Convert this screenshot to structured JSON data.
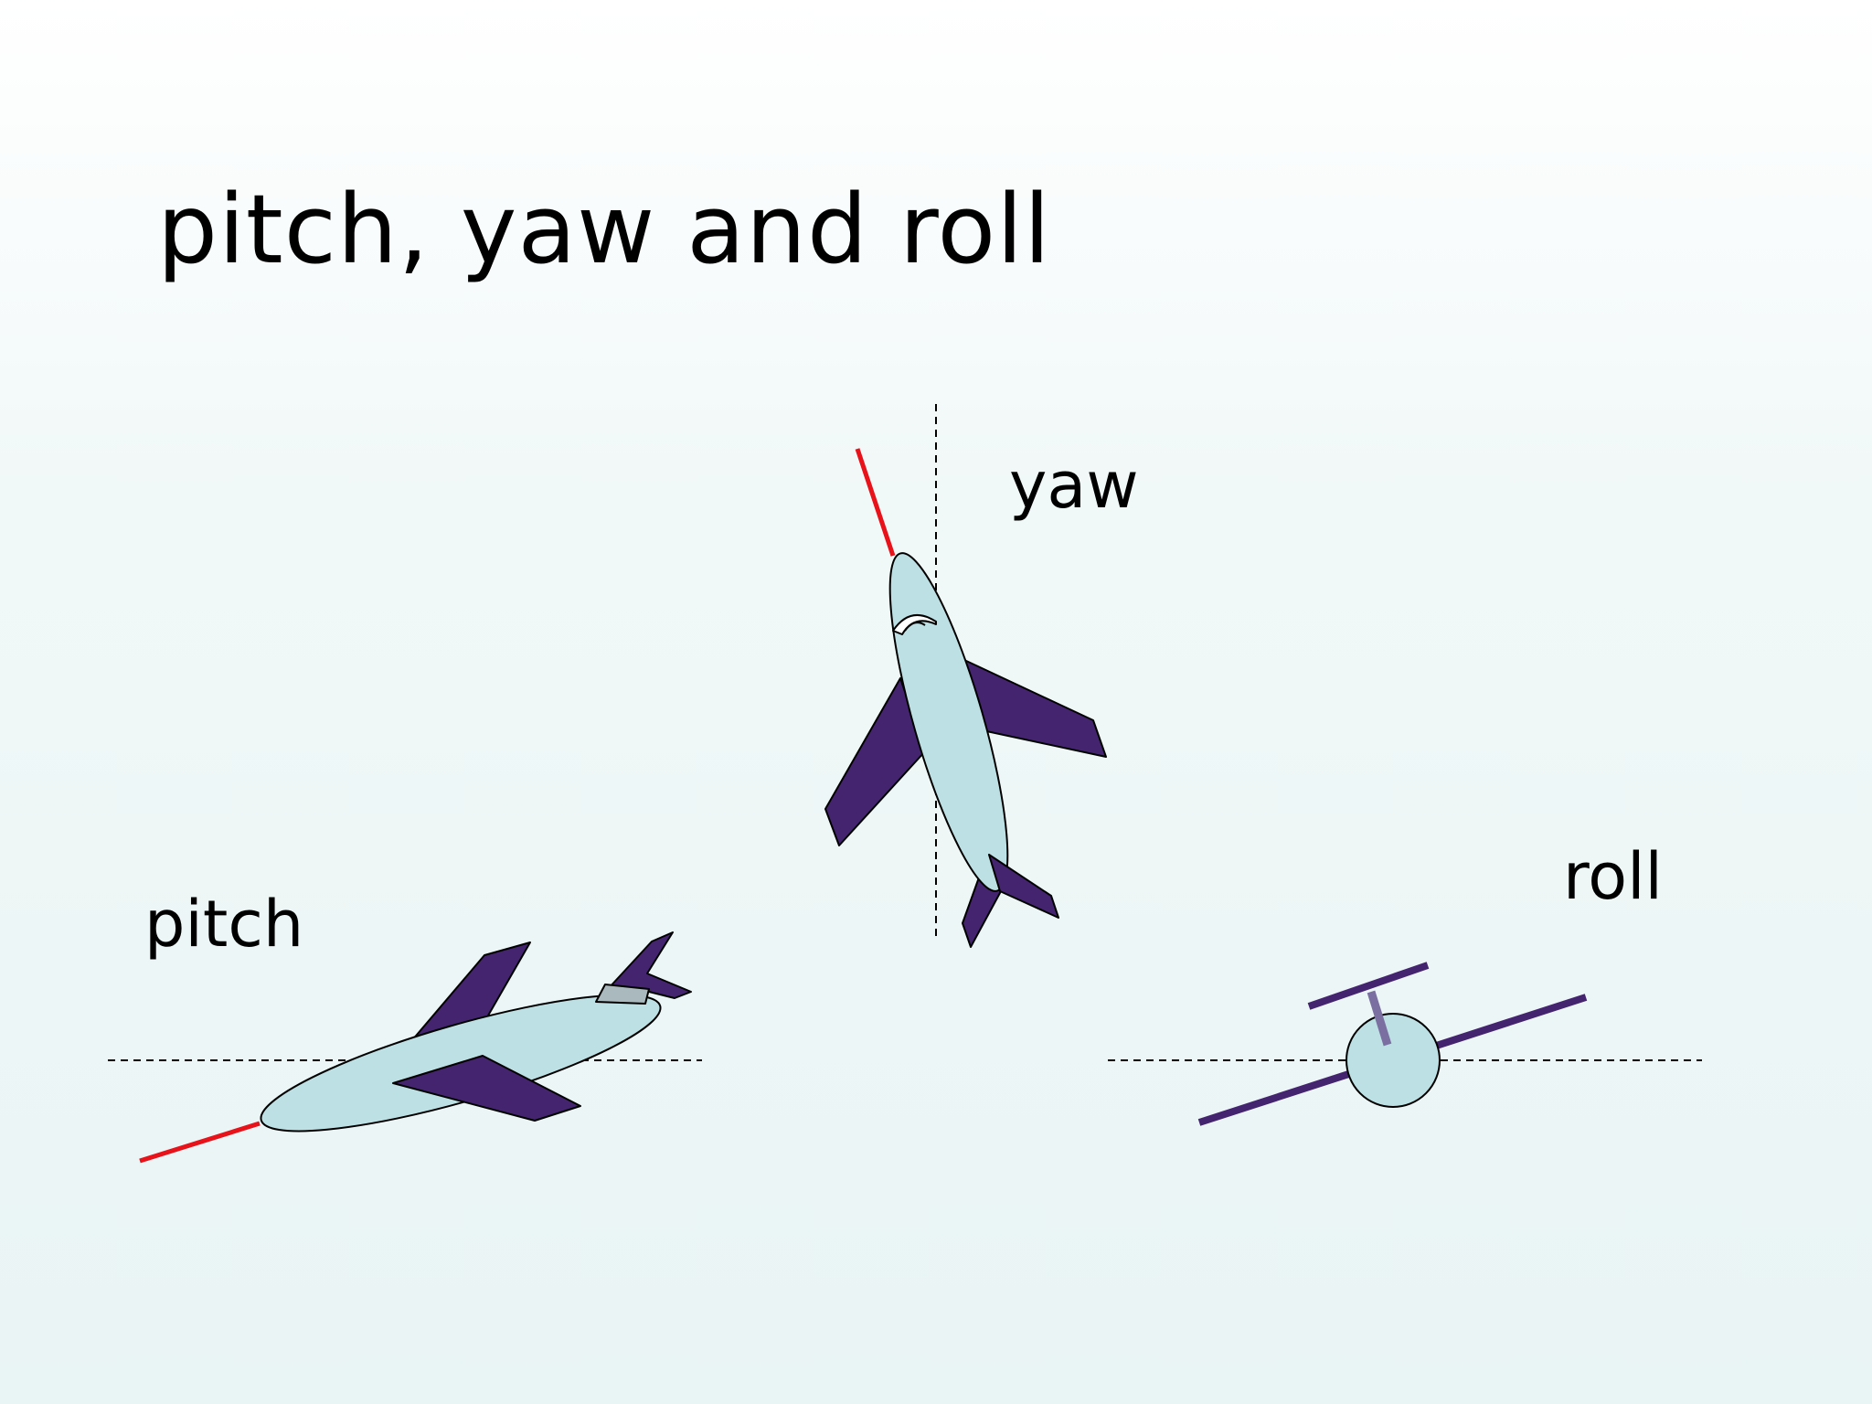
{
  "title": "pitch, yaw and roll",
  "labels": {
    "yaw": "yaw",
    "pitch": "pitch",
    "roll": "roll"
  },
  "colors": {
    "fuselage": "#bce0e3",
    "wing": "#44246f",
    "heading_line": "#e8121b",
    "reference_line": "#000000",
    "roll_mast": "#7a6fa0"
  },
  "icons": {
    "airplane": "airplane-icon"
  }
}
